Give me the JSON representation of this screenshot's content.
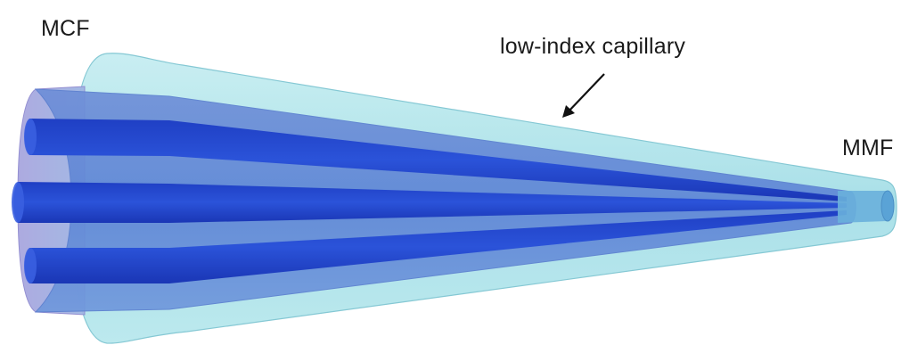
{
  "labels": {
    "mcf": "MCF",
    "capillary": "low-index capillary",
    "mmf": "MMF"
  },
  "colors": {
    "capillary_fill": "#a9e3ea",
    "capillary_edge": "#79c2cf",
    "cladding_fill": "#8fb3e2",
    "cladding_edge": "#6f8fcf",
    "mcf_endcap_fill": "#b7b2e6",
    "core_fill": "#2a4fd2",
    "core_dark": "#1d35b9",
    "mmf_core_fill": "#5d9fd9",
    "arrow": "#111111",
    "text": "#1a1a1a"
  }
}
